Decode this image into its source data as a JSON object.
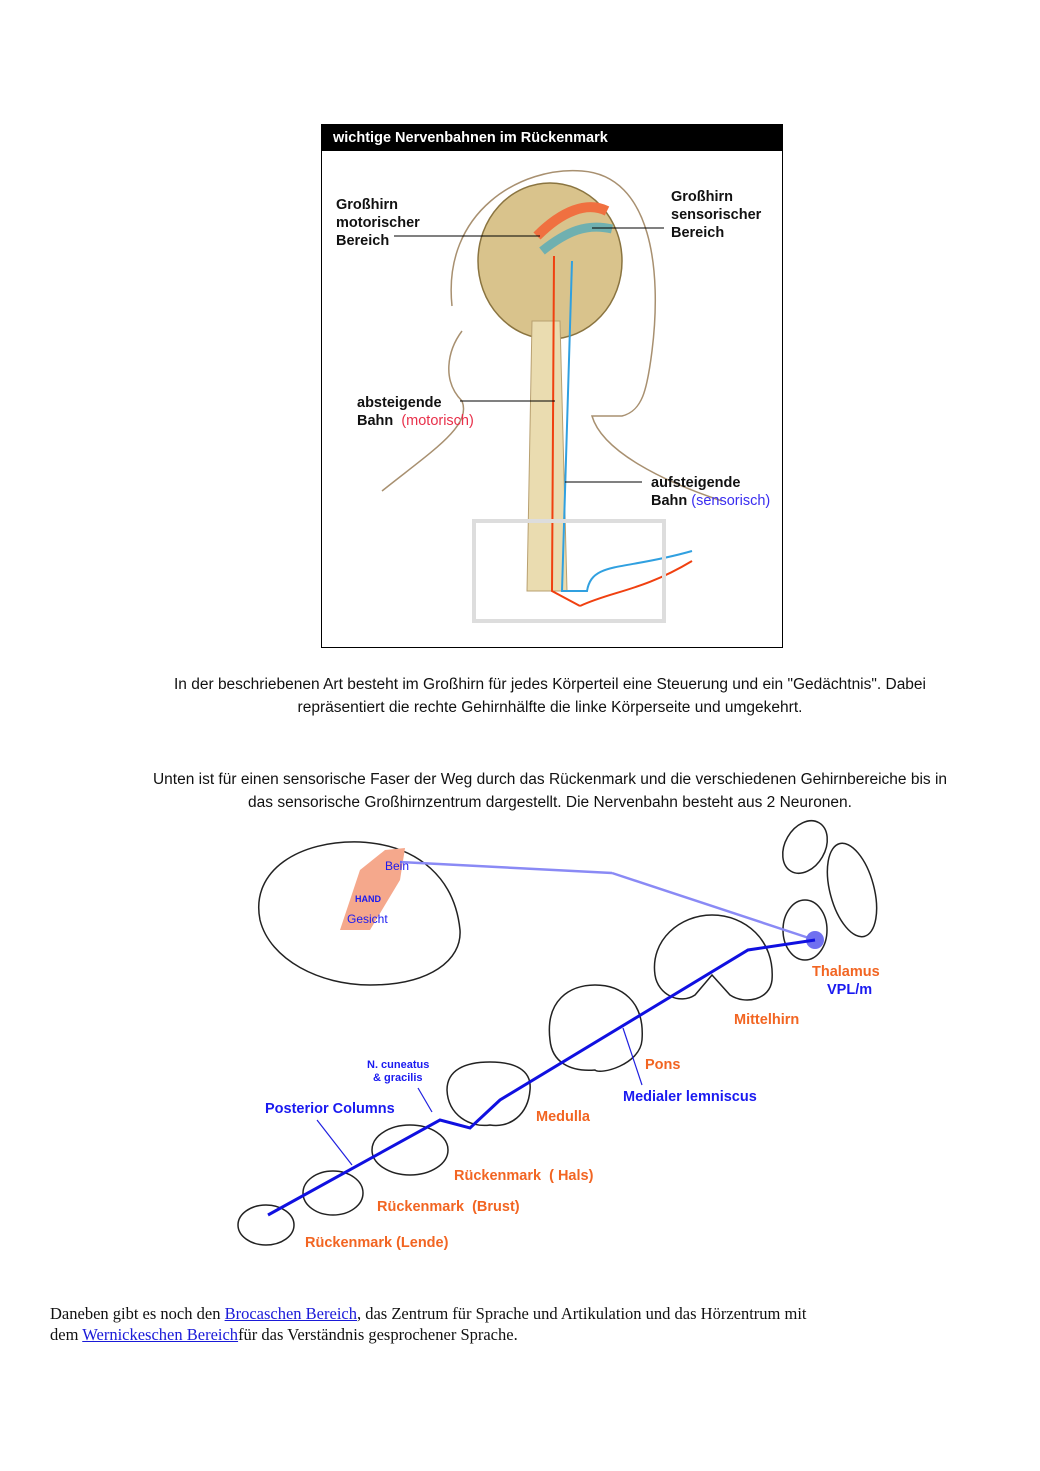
{
  "figure1": {
    "title": "wichtige Nervenbahnen im Rückenmark",
    "motor_label": [
      "Großhirn",
      "motorischer",
      "Bereich"
    ],
    "sensory_label": [
      "Großhirn",
      "sensorischer",
      "Bereich"
    ],
    "descending": {
      "line1": "absteigende",
      "line2": "Bahn",
      "qualifier": "(motorisch)"
    },
    "ascending": {
      "line1": "aufsteigende",
      "line2": "Bahn",
      "qualifier": "(sensorisch)"
    }
  },
  "paragraph1": {
    "line1": "In der beschriebenen Art besteht im Großhirn für jedes Körperteil eine Steuerung und ein \"Gedächtnis\". Dabei",
    "line2": "repräsentiert die rechte Gehirnhälfte die linke Körperseite und umgekehrt."
  },
  "paragraph2": {
    "line1": "Unten ist für einen sensorische Faser der Weg durch das Rückenmark und die verschiedenen Gehirnbereiche bis in",
    "line2": "das sensorische Großhirnzentrum dargestellt. Die Nervenbahn besteht aus 2 Neuronen."
  },
  "figure2": {
    "cortex_labels": {
      "bein": "Bein",
      "hand": "HAND",
      "gesicht": "Gesicht"
    },
    "thalamus": "Thalamus",
    "vpl": "VPL/m",
    "mittelhirn": "Mittelhirn",
    "pons": "Pons",
    "medialer": "Medialer lemniscus",
    "medulla": "Medulla",
    "cuneatus1": "N. cuneatus",
    "cuneatus2": "& gracilis",
    "posterior": "Posterior Columns",
    "hals": "Rückenmark  ( Hals)",
    "brust": "Rückenmark  (Brust)",
    "lende": "Rückenmark (Lende)"
  },
  "paragraph3": {
    "t1": "Daneben gibt es noch den ",
    "link1": "Brocaschen Bereich",
    "t2": ", das Zentrum für Sprache und Artikulation und das Hörzentrum mit",
    "t3": "dem ",
    "link2": "Wernickeschen Bereich",
    "t4": "für das Verständnis gesprochener Sprache."
  }
}
